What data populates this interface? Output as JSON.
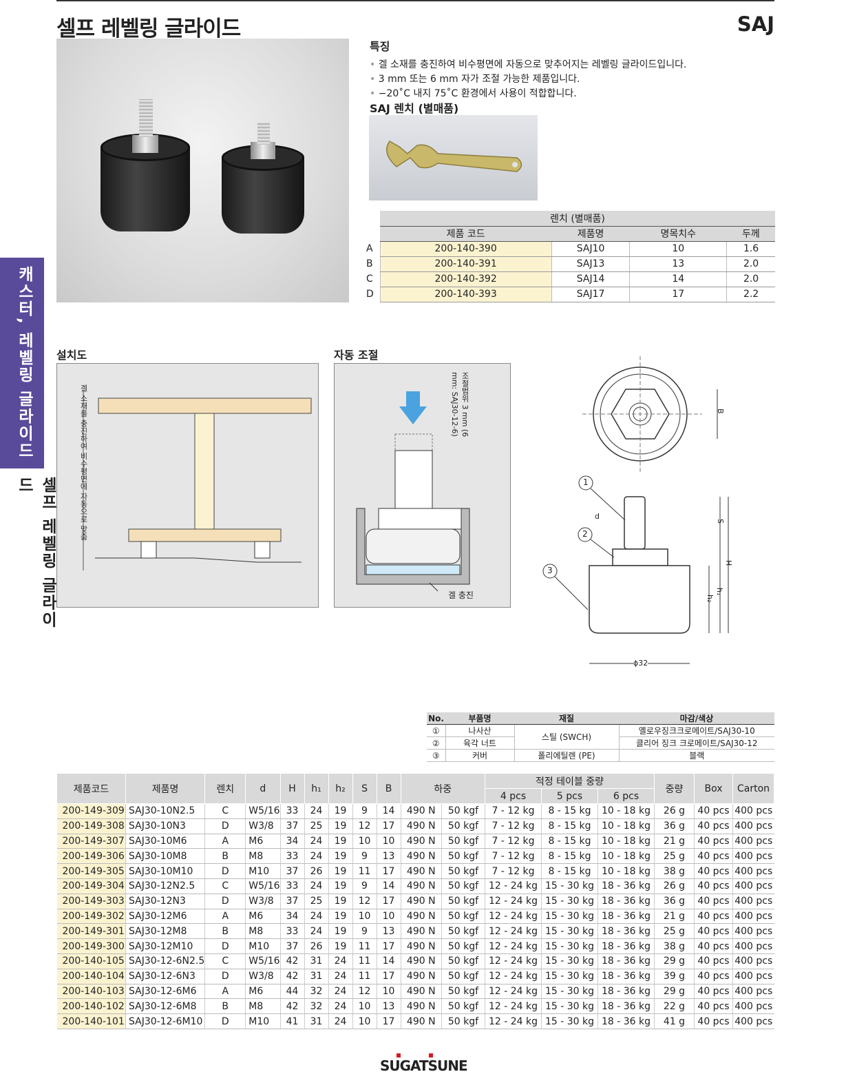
{
  "header": {
    "title": "셀프 레벨링 글라이드",
    "code": "SAJ"
  },
  "side": {
    "category": "캐스터, 레벨링 글라이드",
    "subcategory": "셀프 레벨링 글라이드"
  },
  "features": {
    "heading": "특징",
    "items": [
      "겔 소재를 충진하여 비수평면에 자동으로 맞추어지는 레벨링 글라이드입니다.",
      "3 mm 또는 6 mm 자가 조절 가능한 제품입니다.",
      "−20˚C 내지 75˚C 환경에서 사용이 적합합니다."
    ]
  },
  "wrench": {
    "heading": "SAJ 렌치 (별매품)",
    "table_title": "렌치 (별매품)",
    "columns": [
      "제품 코드",
      "제품명",
      "명목치수",
      "두께"
    ],
    "rows": [
      [
        "A",
        "200-140-390",
        "SAJ10",
        "10",
        "1.6"
      ],
      [
        "B",
        "200-140-391",
        "SAJ13",
        "13",
        "2.0"
      ],
      [
        "C",
        "200-140-392",
        "SAJ14",
        "14",
        "2.0"
      ],
      [
        "D",
        "200-140-393",
        "SAJ17",
        "17",
        "2.2"
      ]
    ]
  },
  "diagrams": {
    "install_label": "설치도",
    "install_note": "겔 소재를 충진하여 비수평면에 자동으로 맞춤",
    "auto_label": "자동 조절",
    "auto_note": "조절범위 3 mm (6 mm: SAJ30-12-6)",
    "gel_label": "겔 충진",
    "dim": {
      "callouts": [
        "1",
        "2",
        "3"
      ],
      "d": "d",
      "B": "B",
      "S": "S",
      "H": "H",
      "h1": "h₁",
      "h2": "h₂",
      "diameter": "ϕ32"
    }
  },
  "parts": {
    "columns": [
      "No.",
      "부품명",
      "재질",
      "마감/색상"
    ],
    "rows": [
      {
        "no": "①",
        "name": "나사산",
        "material": "스틸 (SWCH)",
        "finish": "옐로우징크크로메이트/SAJ30-10"
      },
      {
        "no": "②",
        "name": "육각 너트",
        "material": "",
        "finish": "클리어 징크 크로메이트/SAJ30-12"
      },
      {
        "no": "③",
        "name": "커버",
        "material": "폴리에틸렌 (PE)",
        "finish": "블랙"
      }
    ]
  },
  "main": {
    "head": {
      "code": "제품코드",
      "name": "제품명",
      "wrench": "렌치",
      "d": "d",
      "H": "H",
      "h1": "h₁",
      "h2": "h₂",
      "S": "S",
      "B": "B",
      "load": "하중",
      "table_weight": "적정 테이블 중량",
      "p4": "4 pcs",
      "p5": "5 pcs",
      "p6": "6 pcs",
      "weight": "중량",
      "box": "Box",
      "carton": "Carton"
    },
    "rows": [
      [
        "200-149-309",
        "SAJ30-10N2.5",
        "C",
        "W5/16",
        "33",
        "24",
        "19",
        "9",
        "14",
        "490 N",
        "50 kgf",
        "7 - 12 kg",
        "8 - 15 kg",
        "10 - 18 kg",
        "26 g",
        "40 pcs",
        "400 pcs"
      ],
      [
        "200-149-308",
        "SAJ30-10N3",
        "D",
        "W3/8",
        "37",
        "25",
        "19",
        "12",
        "17",
        "490 N",
        "50 kgf",
        "7 - 12 kg",
        "8 - 15 kg",
        "10 - 18 kg",
        "36 g",
        "40 pcs",
        "400 pcs"
      ],
      [
        "200-149-307",
        "SAJ30-10M6",
        "A",
        "M6",
        "34",
        "24",
        "19",
        "10",
        "10",
        "490 N",
        "50 kgf",
        "7 - 12 kg",
        "8 - 15 kg",
        "10 - 18 kg",
        "21 g",
        "40 pcs",
        "400 pcs"
      ],
      [
        "200-149-306",
        "SAJ30-10M8",
        "B",
        "M8",
        "33",
        "24",
        "19",
        "9",
        "13",
        "490 N",
        "50 kgf",
        "7 - 12 kg",
        "8 - 15 kg",
        "10 - 18 kg",
        "25 g",
        "40 pcs",
        "400 pcs"
      ],
      [
        "200-149-305",
        "SAJ30-10M10",
        "D",
        "M10",
        "37",
        "26",
        "19",
        "11",
        "17",
        "490 N",
        "50 kgf",
        "7 - 12 kg",
        "8 - 15 kg",
        "10 - 18 kg",
        "38 g",
        "40 pcs",
        "400 pcs"
      ],
      [
        "200-149-304",
        "SAJ30-12N2.5",
        "C",
        "W5/16",
        "33",
        "24",
        "19",
        "9",
        "14",
        "490 N",
        "50 kgf",
        "12 - 24 kg",
        "15 - 30 kg",
        "18 - 36 kg",
        "26 g",
        "40 pcs",
        "400 pcs"
      ],
      [
        "200-149-303",
        "SAJ30-12N3",
        "D",
        "W3/8",
        "37",
        "25",
        "19",
        "12",
        "17",
        "490 N",
        "50 kgf",
        "12 - 24 kg",
        "15 - 30 kg",
        "18 - 36 kg",
        "36 g",
        "40 pcs",
        "400 pcs"
      ],
      [
        "200-149-302",
        "SAJ30-12M6",
        "A",
        "M6",
        "34",
        "24",
        "19",
        "10",
        "10",
        "490 N",
        "50 kgf",
        "12 - 24 kg",
        "15 - 30 kg",
        "18 - 36 kg",
        "21 g",
        "40 pcs",
        "400 pcs"
      ],
      [
        "200-149-301",
        "SAJ30-12M8",
        "B",
        "M8",
        "33",
        "24",
        "19",
        "9",
        "13",
        "490 N",
        "50 kgf",
        "12 - 24 kg",
        "15 - 30 kg",
        "18 - 36 kg",
        "25 g",
        "40 pcs",
        "400 pcs"
      ],
      [
        "200-149-300",
        "SAJ30-12M10",
        "D",
        "M10",
        "37",
        "26",
        "19",
        "11",
        "17",
        "490 N",
        "50 kgf",
        "12 - 24 kg",
        "15 - 30 kg",
        "18 - 36 kg",
        "38 g",
        "40 pcs",
        "400 pcs"
      ],
      [
        "200-140-105",
        "SAJ30-12-6N2.5",
        "C",
        "W5/16",
        "42",
        "31",
        "24",
        "11",
        "14",
        "490 N",
        "50 kgf",
        "12 - 24 kg",
        "15 - 30 kg",
        "18 - 36 kg",
        "29 g",
        "40 pcs",
        "400 pcs"
      ],
      [
        "200-140-104",
        "SAJ30-12-6N3",
        "D",
        "W3/8",
        "42",
        "31",
        "24",
        "11",
        "17",
        "490 N",
        "50 kgf",
        "12 - 24 kg",
        "15 - 30 kg",
        "18 - 36 kg",
        "39 g",
        "40 pcs",
        "400 pcs"
      ],
      [
        "200-140-103",
        "SAJ30-12-6M6",
        "A",
        "M6",
        "44",
        "32",
        "24",
        "12",
        "10",
        "490 N",
        "50 kgf",
        "12 - 24 kg",
        "15 - 30 kg",
        "18 - 36 kg",
        "29 g",
        "40 pcs",
        "400 pcs"
      ],
      [
        "200-140-102",
        "SAJ30-12-6M8",
        "B",
        "M8",
        "42",
        "32",
        "24",
        "10",
        "13",
        "490 N",
        "50 kgf",
        "12 - 24 kg",
        "15 - 30 kg",
        "18 - 36 kg",
        "22 g",
        "40 pcs",
        "400 pcs"
      ],
      [
        "200-140-101",
        "SAJ30-12-6M10",
        "D",
        "M10",
        "41",
        "31",
        "24",
        "10",
        "17",
        "490 N",
        "50 kgf",
        "12 - 24 kg",
        "15 - 30 kg",
        "18 - 36 kg",
        "41 g",
        "40 pcs",
        "400 pcs"
      ]
    ]
  },
  "footer": {
    "logo": "SUGATSUNE"
  }
}
